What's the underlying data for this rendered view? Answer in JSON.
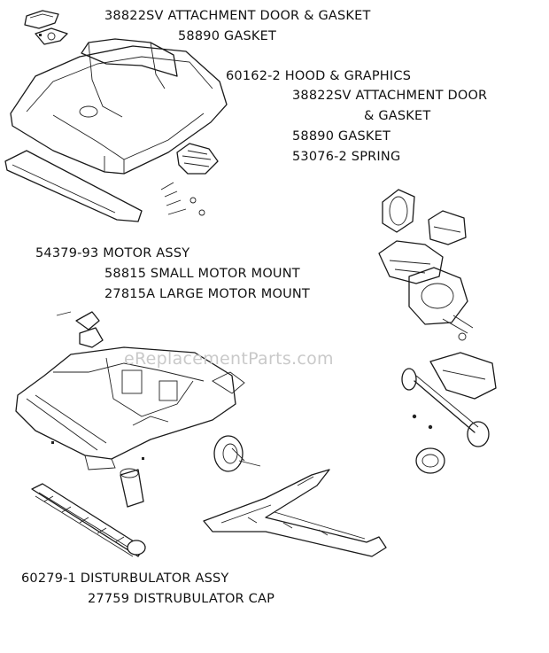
{
  "labels": {
    "attachment_door_top": "38822SV ATTACHMENT DOOR & GASKET",
    "gasket_top": "58890 GASKET",
    "hood": "60162-2 HOOD & GRAPHICS",
    "attachment_door_2a": "38822SV ATTACHMENT DOOR",
    "attachment_door_2b": "& GASKET",
    "gasket_2": "58890 GASKET",
    "spring": "53076-2 SPRING",
    "motor_assy": "54379-93 MOTOR ASSY",
    "small_motor_mount": "58815 SMALL MOTOR MOUNT",
    "large_motor_mount": "27815A LARGE MOTOR MOUNT",
    "disturbulator_assy": "60279-1 DISTURBULATOR ASSY",
    "disturbulator_cap": "27759 DISTRUBULATOR CAP"
  },
  "watermark": "eReplacementParts.com"
}
